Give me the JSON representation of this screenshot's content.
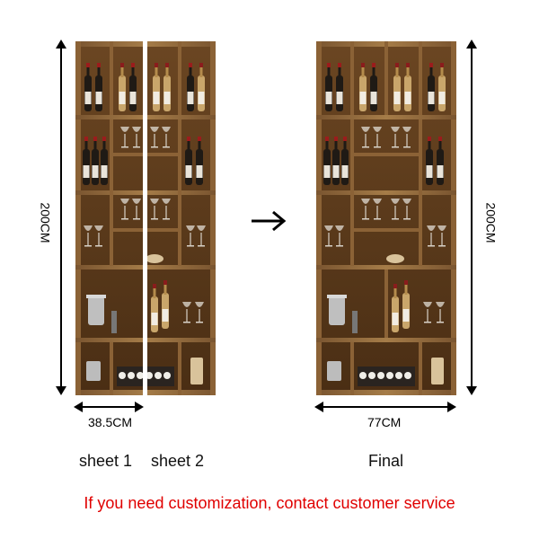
{
  "dimensions": {
    "height_left": "200CM",
    "height_right": "200CM",
    "width_sheet": "38.5CM",
    "width_final": "77CM"
  },
  "captions": {
    "sheet1": "sheet 1",
    "sheet2": "sheet 2",
    "final": "Final"
  },
  "footer": {
    "note": "If you need customization, contact customer service"
  },
  "colors": {
    "wood_dark": "#5a3a1c",
    "wood_light": "#a9834f",
    "footer_text": "#e00000"
  },
  "icons": {
    "transition": "right-arrow-icon"
  }
}
